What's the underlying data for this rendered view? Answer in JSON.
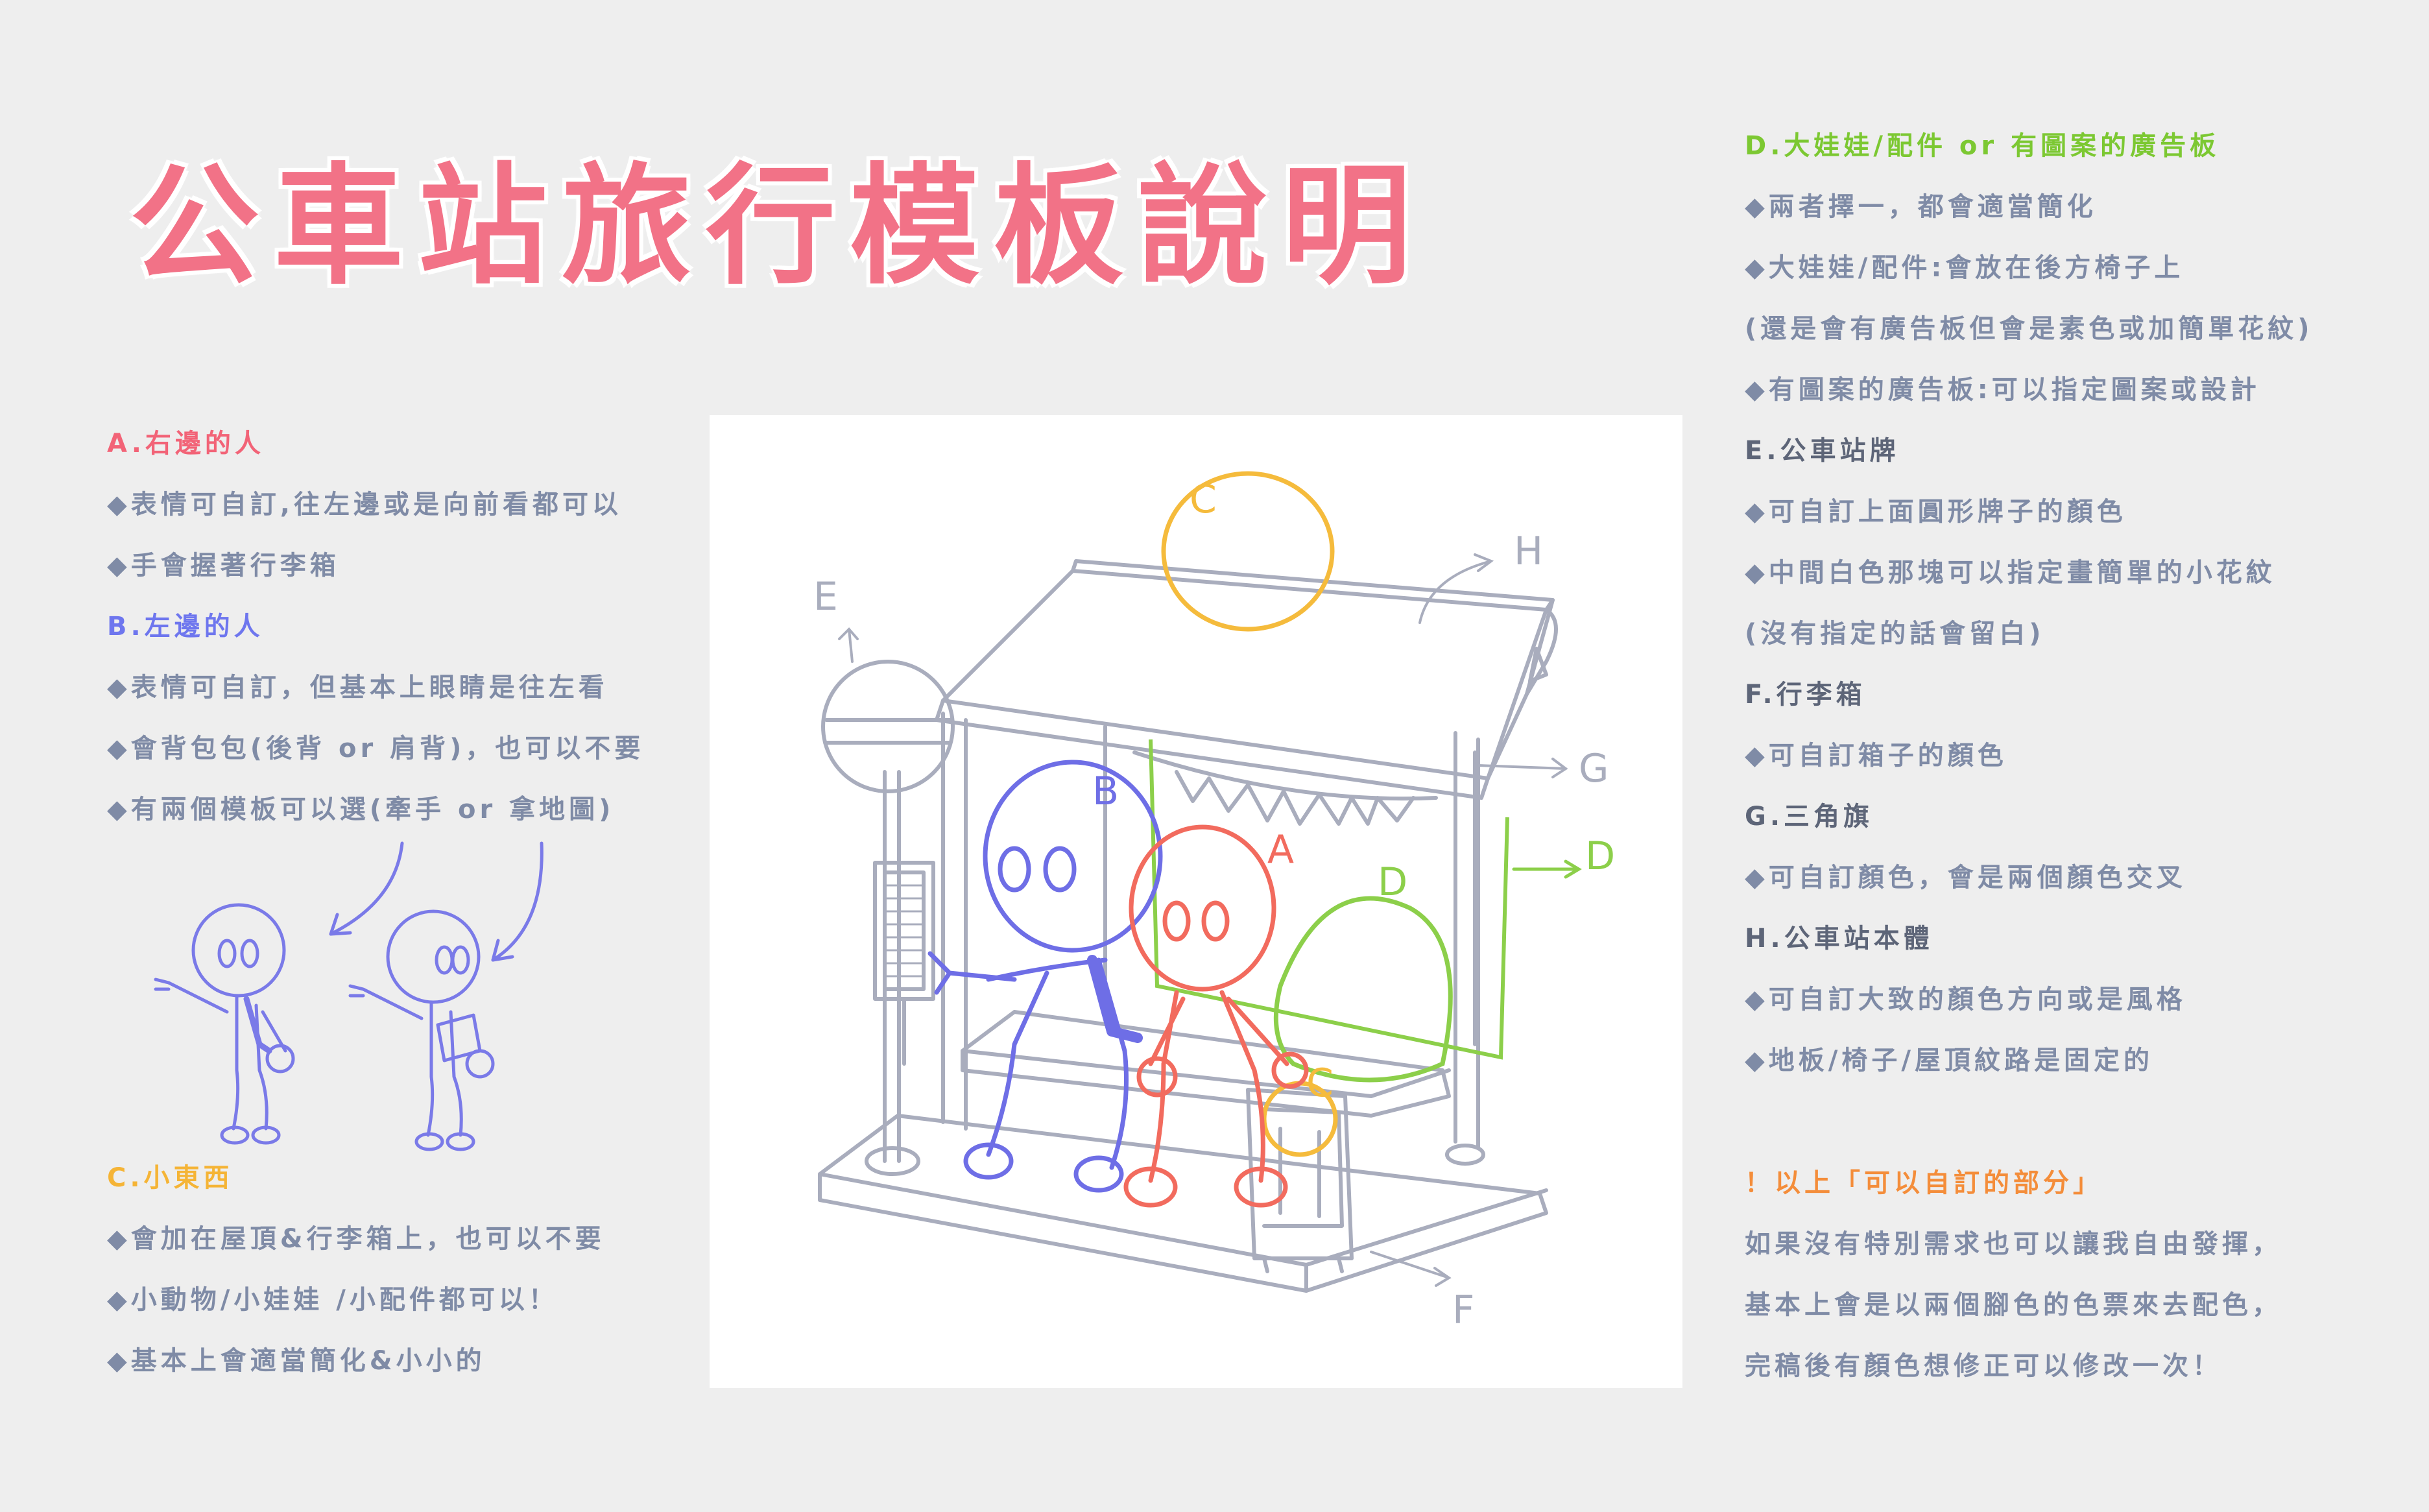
{
  "title": "公車站旅行模板說明",
  "left": {
    "a_head": "A.右邊的人",
    "a1": "◆表情可自訂,往左邊或是向前看都可以",
    "a2": "◆手會握著行李箱",
    "b_head": "B.左邊的人",
    "b1": "◆表情可自訂，但基本上眼睛是往左看",
    "b2": "◆會背包包(後背 or 肩背)，也可以不要",
    "b3": "◆有兩個模板可以選(牽手 or 拿地圖)",
    "c_head": "C.小東西",
    "c1": "◆會加在屋頂&行李箱上，也可以不要",
    "c2": "◆小動物/小娃娃 /小配件都可以！",
    "c3": "◆基本上會適當簡化&小小的"
  },
  "right": {
    "d_head": "D.大娃娃/配件 or 有圖案的廣告板",
    "d1": "◆兩者擇一，都會適當簡化",
    "d2": "◆大娃娃/配件:會放在後方椅子上",
    "d3": "(還是會有廣告板但會是素色或加簡單花紋)",
    "d4": "◆有圖案的廣告板:可以指定圖案或設計",
    "e_head": "E.公車站牌",
    "e1": "◆可自訂上面圓形牌子的顏色",
    "e2": "◆中間白色那塊可以指定畫簡單的小花紋",
    "e3": "(沒有指定的話會留白)",
    "f_head": "F.行李箱",
    "f1": "◆可自訂箱子的顏色",
    "g_head": "G.三角旗",
    "g1": "◆可自訂顏色，會是兩個顏色交叉",
    "h_head": "H.公車站本體",
    "h1": "◆可自訂大致的顏色方向或是風格",
    "h2": "◆地板/椅子/屋頂紋路是固定的"
  },
  "note": {
    "head": "！以上「可以自訂的部分」",
    "n1": "如果沒有特別需求也可以讓我自由發揮，",
    "n2": "基本上會是以兩個腳色的色票來去配色，",
    "n3": "完稿後有顏色想修正可以修改一次！"
  },
  "diagram": {
    "labels": {
      "a": "A",
      "b": "B",
      "c": "C",
      "c2": "C",
      "d": "D",
      "d2": "D",
      "e": "E",
      "f": "F",
      "g": "G",
      "h": "H"
    },
    "colors": {
      "structure": "#a9adbd",
      "a": "#f26b5e",
      "b": "#6e6ee6",
      "c": "#f5bb3c",
      "d": "#8ccf4a"
    }
  }
}
